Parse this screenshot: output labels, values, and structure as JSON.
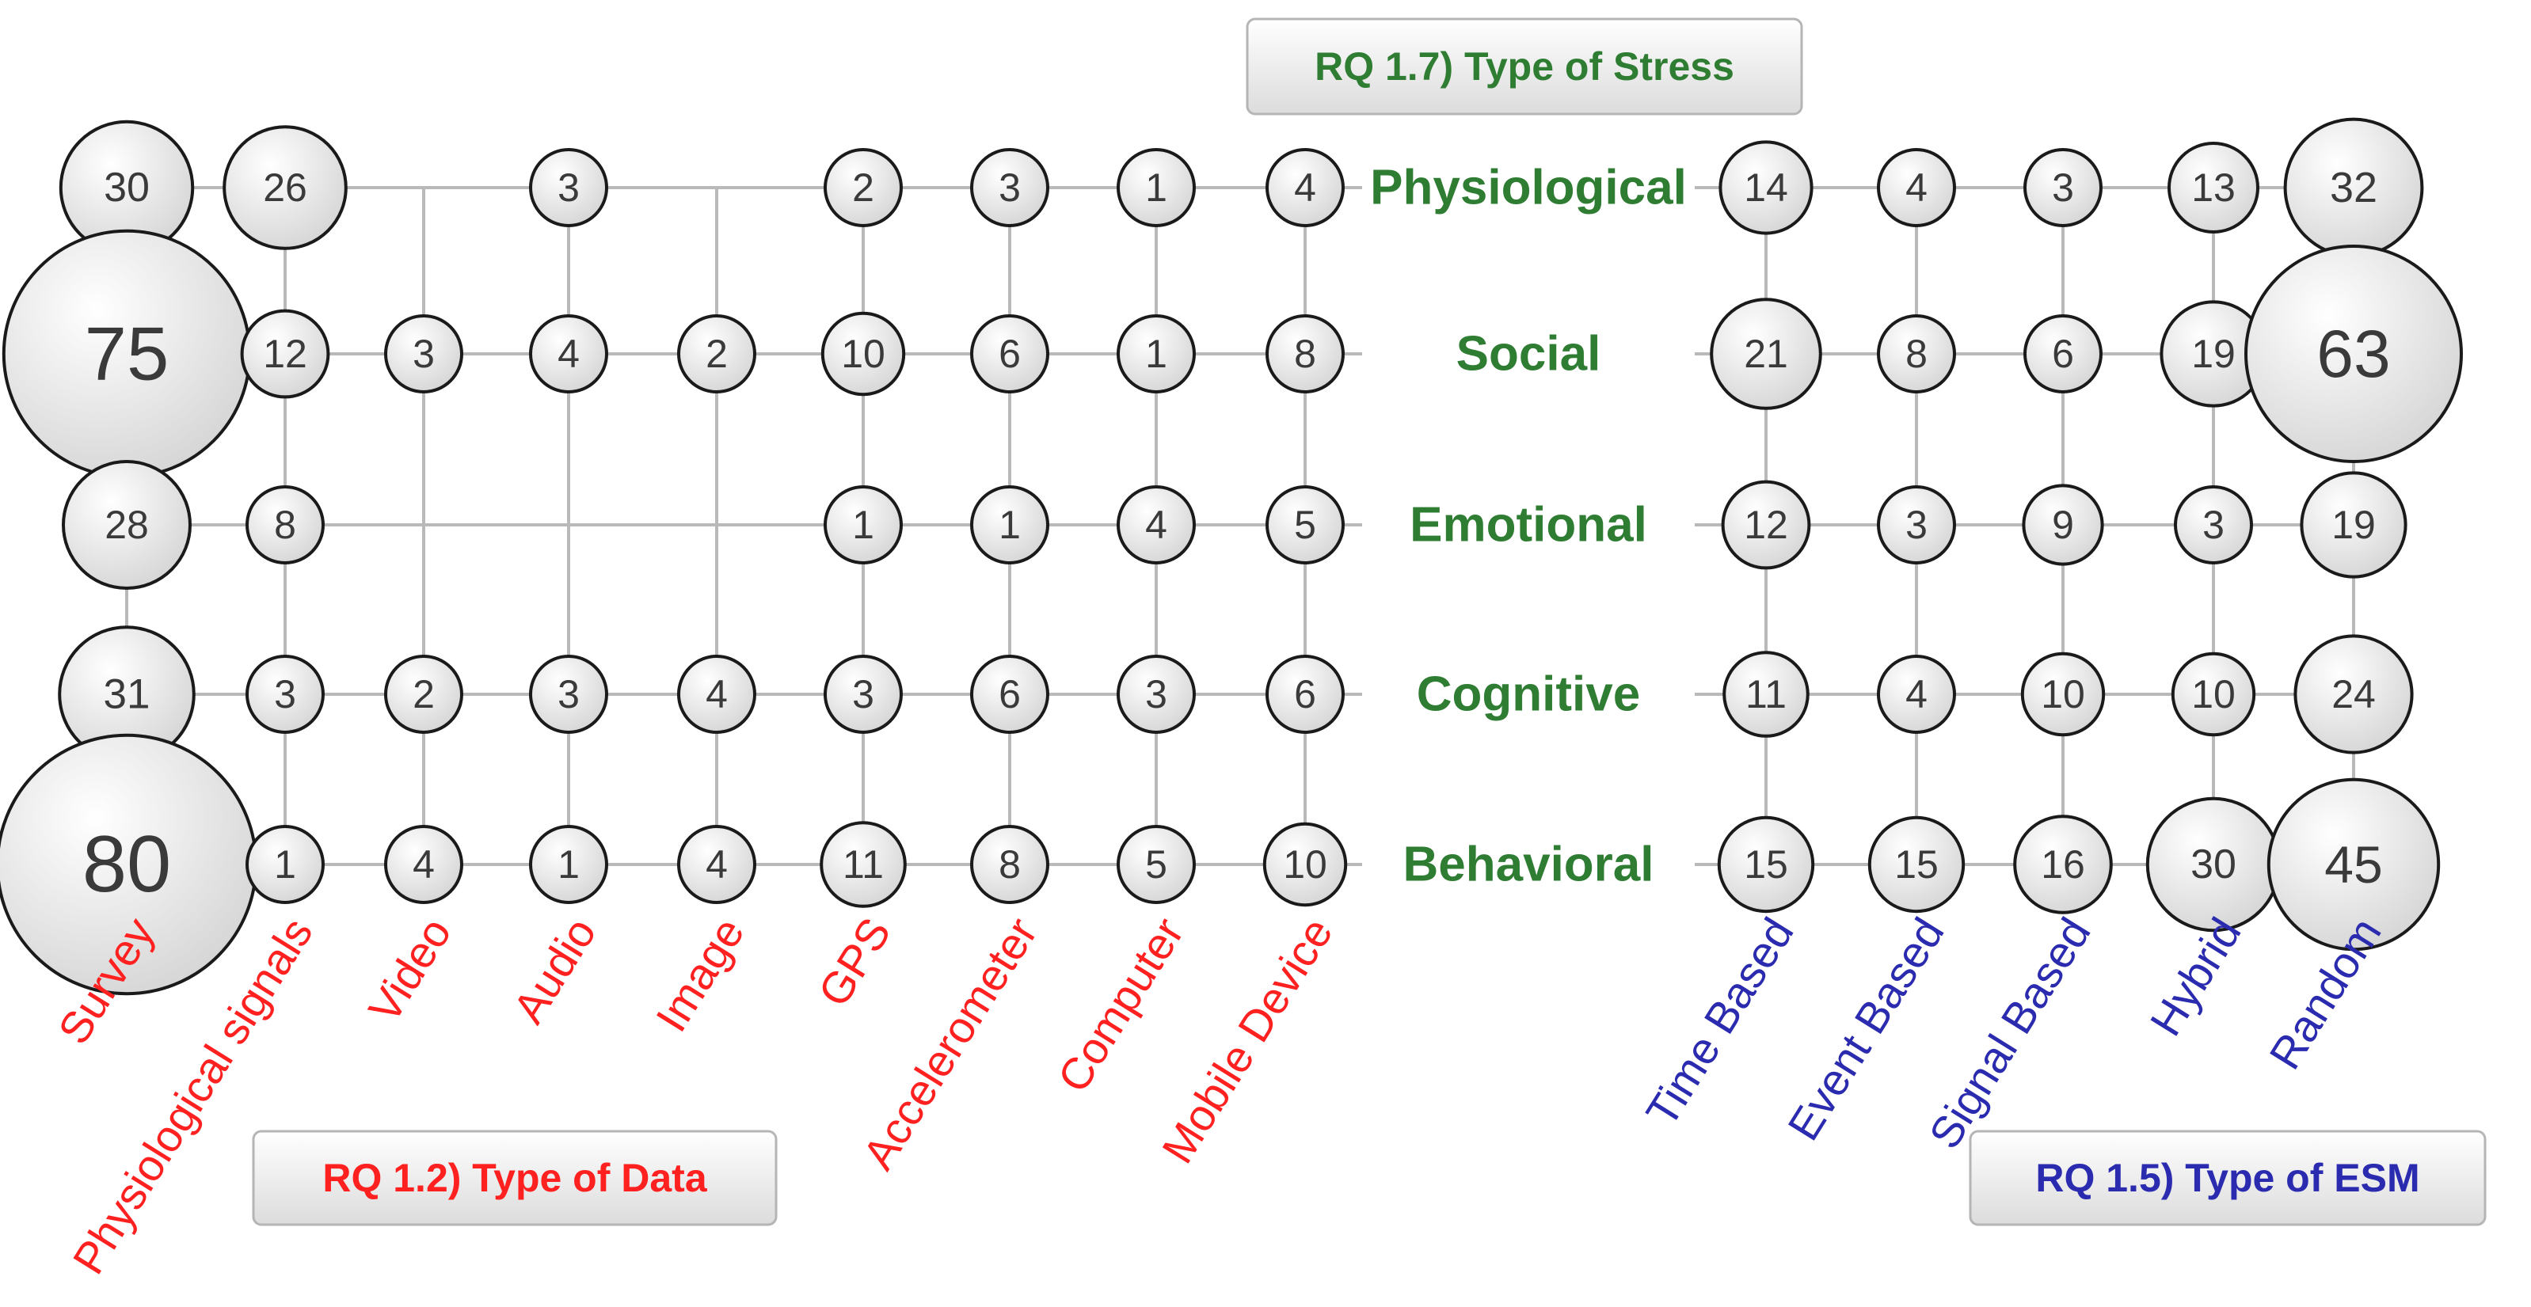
{
  "colors": {
    "stress": "#2e7d32",
    "data": "#ff2020",
    "esm": "#2b2bb0"
  },
  "headers": {
    "stress": "RQ 1.7) Type of Stress",
    "data": "RQ 1.2) Type of Data",
    "esm": "RQ 1.5) Type of ESM"
  },
  "stress_types": [
    "Physiological",
    "Social",
    "Emotional",
    "Cognitive",
    "Behavioral"
  ],
  "data_types": [
    "Survey",
    "Physiological signals",
    "Video",
    "Audio",
    "Image",
    "GPS",
    "Accelerometer",
    "Computer",
    "Mobile Device"
  ],
  "esm_types": [
    "Time Based",
    "Event Based",
    "Signal Based",
    "Hybrid",
    "Random"
  ],
  "data_counts": [
    [
      30,
      26,
      3,
      null,
      3,
      null,
      2,
      3,
      1,
      4
    ],
    [
      75,
      12,
      3,
      4,
      2,
      10,
      6,
      1,
      8
    ],
    [
      28,
      8,
      null,
      null,
      null,
      1,
      1,
      4,
      5
    ],
    [
      31,
      3,
      2,
      3,
      4,
      3,
      6,
      3,
      6
    ],
    [
      80,
      1,
      4,
      1,
      4,
      11,
      8,
      5,
      10
    ]
  ],
  "physiological_data_counts": [
    30,
    26,
    null,
    3,
    null,
    2,
    3,
    1,
    4
  ],
  "esm_counts": [
    [
      14,
      4,
      3,
      13,
      32
    ],
    [
      21,
      8,
      6,
      19,
      63
    ],
    [
      12,
      3,
      9,
      3,
      19
    ],
    [
      11,
      4,
      10,
      10,
      24
    ],
    [
      15,
      15,
      16,
      30,
      45
    ]
  ]
}
